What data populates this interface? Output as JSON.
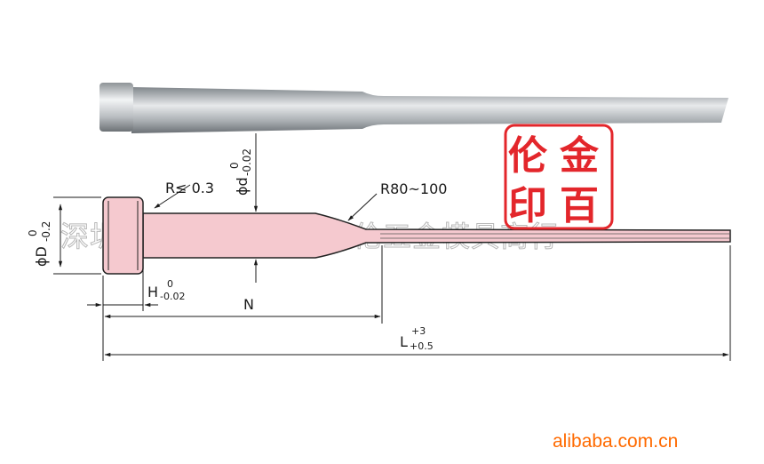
{
  "labels": {
    "radius_head": "R≤ 0.3",
    "radius_taper": "R80~100",
    "dia_d_symbol": "ϕd",
    "dia_d_tol_upper": "0",
    "dia_d_tol_lower": "-0.02",
    "dia_D_symbol": "ϕD",
    "dia_D_tol_upper": "0",
    "dia_D_tol_lower": "-0.2",
    "head_H": "H",
    "head_H_tol_upper": "0",
    "head_H_tol_lower": "-0.02",
    "length_N": "N",
    "length_L": "L",
    "length_L_tol_upper": "+3",
    "length_L_tol_lower": "+0.5"
  },
  "watermark": "深圳市宝安区观澜金百伦五金模具商行",
  "seal": {
    "chars": [
      "伦",
      "金",
      "印",
      "百"
    ],
    "color": "#e3262b"
  },
  "footer": "alibaba.com.cn",
  "colors": {
    "part_fill": "#f5c9cf",
    "outline": "#222222",
    "footer": "#ff6a00"
  }
}
